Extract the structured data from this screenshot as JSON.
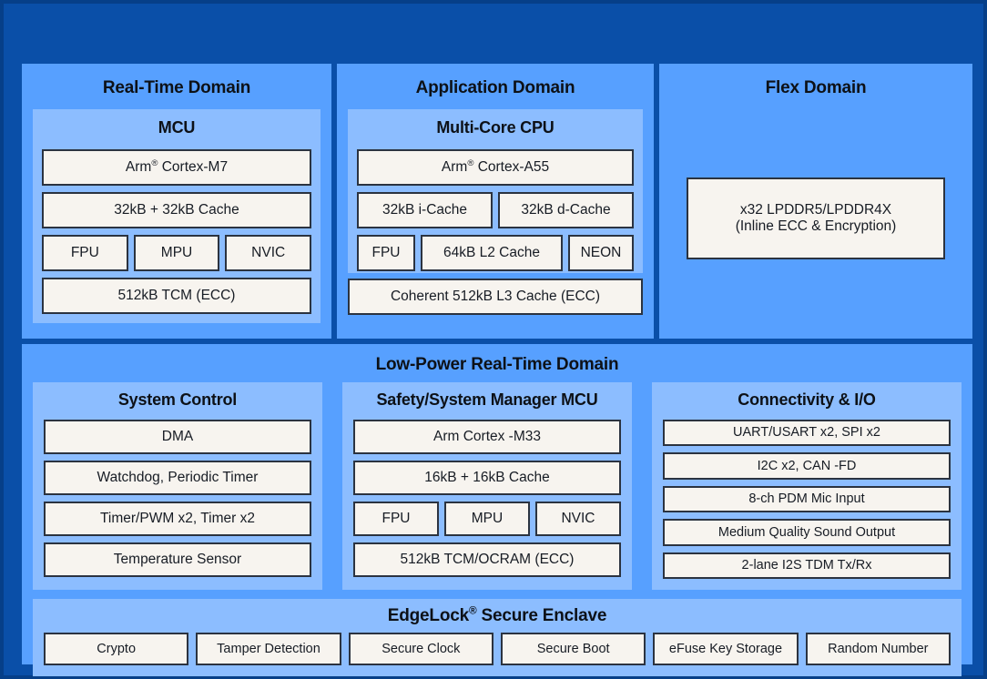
{
  "theme": {
    "page_background": "#0a4fa8",
    "domain_panel": "#57a0ff",
    "inner_panel": "#8cbdff",
    "box_fill": "#f7f4ef",
    "box_border": "#2b3340",
    "text": "#0d1117"
  },
  "top_row": {
    "real_time_domain": {
      "title": "Real-Time Domain",
      "inner_title": "MCU",
      "core": "Arm® Cortex-M7",
      "cache": "32kB + 32kB Cache",
      "units": [
        "FPU",
        "MPU",
        "NVIC"
      ],
      "tcm": "512kB TCM (ECC)"
    },
    "application_domain": {
      "title": "Application Domain",
      "inner_title": "Multi-Core CPU",
      "core": "Arm® Cortex-A55",
      "caches": [
        "32kB i-Cache",
        "32kB d-Cache"
      ],
      "units": [
        "FPU",
        "64kB L2 Cache",
        "NEON"
      ],
      "l3": "Coherent 512kB L3 Cache (ECC)"
    },
    "flex_domain": {
      "title": "Flex Domain",
      "memory_line1": "x32 LPDDR5/LPDDR4X",
      "memory_line2": "(Inline ECC & Encryption)"
    }
  },
  "low_power_domain": {
    "title": "Low-Power Real-Time Domain",
    "system_control": {
      "title": "System Control",
      "items": [
        "DMA",
        "Watchdog, Periodic Timer",
        "Timer/PWM x2, Timer x2",
        "Temperature Sensor"
      ]
    },
    "safety_mcu": {
      "title": "Safety/System Manager MCU",
      "core": "Arm Cortex -M33",
      "cache": "16kB + 16kB Cache",
      "units": [
        "FPU",
        "MPU",
        "NVIC"
      ],
      "tcm": "512kB TCM/OCRAM (ECC)"
    },
    "connectivity": {
      "title": "Connectivity & I/O",
      "items": [
        "UART/USART x2, SPI x2",
        "I2C x2, CAN -FD",
        "8-ch PDM Mic Input",
        "Medium Quality Sound Output",
        "2-lane I2S TDM Tx/Rx"
      ]
    },
    "edgelock": {
      "title": "EdgeLock® Secure Enclave",
      "items": [
        "Crypto",
        "Tamper Detection",
        "Secure Clock",
        "Secure Boot",
        "eFuse Key Storage",
        "Random Number"
      ]
    }
  }
}
